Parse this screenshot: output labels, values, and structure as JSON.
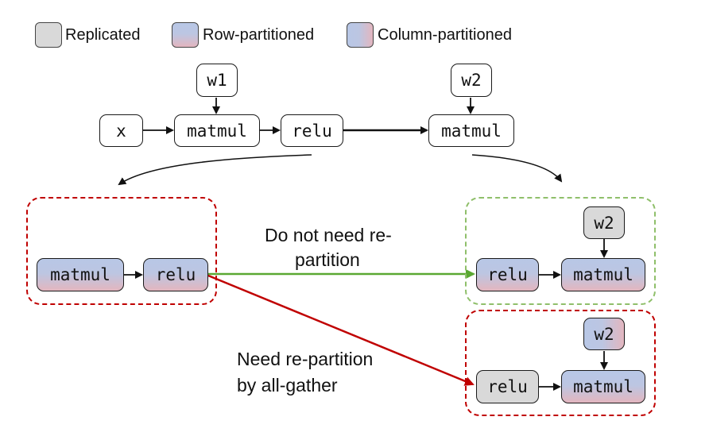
{
  "legend": {
    "replicated": "Replicated",
    "row_partitioned": "Row-partitioned",
    "column_partitioned": "Column-partitioned"
  },
  "graph": {
    "x": "x",
    "w1": "w1",
    "matmul_1": "matmul",
    "relu_1": "relu",
    "w2": "w2",
    "matmul_2": "matmul"
  },
  "left_group": {
    "matmul": "matmul",
    "relu": "relu"
  },
  "top_right_group": {
    "w2": "w2",
    "relu": "relu",
    "matmul": "matmul"
  },
  "bottom_right_group": {
    "w2": "w2",
    "relu": "relu",
    "matmul": "matmul"
  },
  "captions": {
    "no_repartition_line1": "Do not need re-",
    "no_repartition_line2": "partition",
    "repartition_line1": "Need re-partition",
    "repartition_line2": "by all-gather"
  },
  "colors": {
    "replicated": "#d9d9d9",
    "row_partitioned_top": "#b8c7e6",
    "row_partitioned_bottom": "#e3b6bf",
    "green_group": "#8fbf6a",
    "red_group": "#c00000",
    "green_arrow": "#5aa832",
    "red_arrow": "#c00000"
  }
}
